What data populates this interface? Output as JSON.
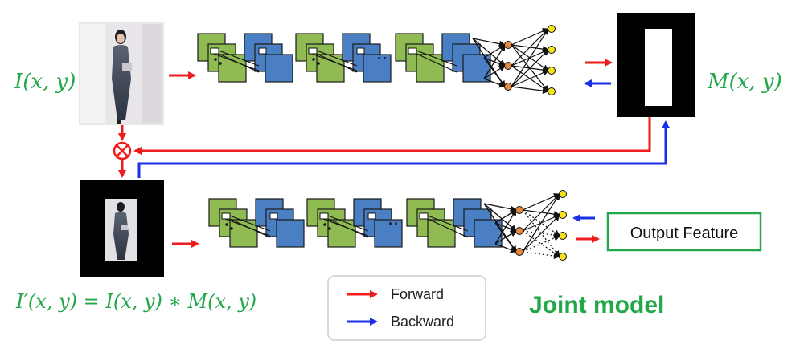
{
  "labels": {
    "input": "I(x, y)",
    "mask": "M(x, y)",
    "masked": "I′(x, y) = I(x, y) ∗ M(x, y)",
    "output_feature": "Output Feature",
    "title": "Joint model",
    "dots": ".."
  },
  "legend": {
    "forward": "Forward",
    "backward": "Backward"
  },
  "colors": {
    "forward": "#ee1c1c",
    "backward": "#1a2fe6",
    "green_block": "#8fbb52",
    "blue_block": "#4a7fc4",
    "text_green": "#22a84a",
    "output_border": "#22a84a",
    "neuron_orange": "#e58a3a",
    "neuron_yellow": "#f3e21c"
  },
  "icons": {
    "multiply": "circle-times-icon"
  }
}
